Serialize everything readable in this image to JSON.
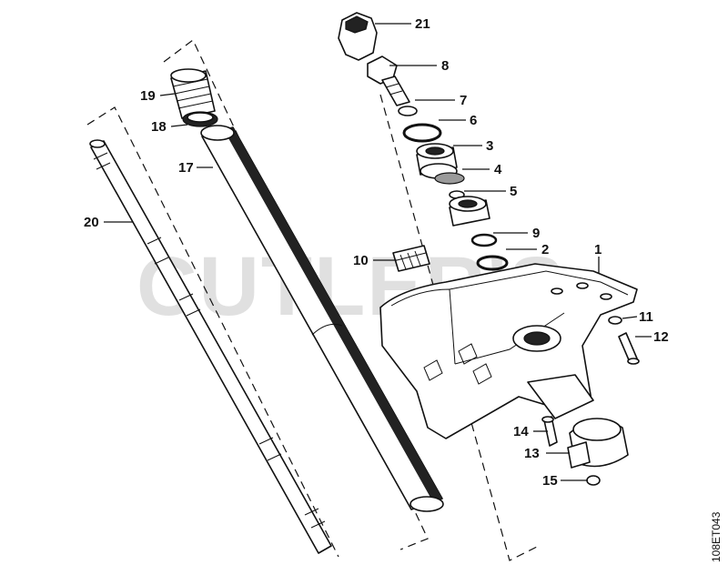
{
  "watermark": "CUTLER'S",
  "drawing_code": "108ET043",
  "callouts": [
    "1",
    "2",
    "3",
    "4",
    "5",
    "6",
    "7",
    "8",
    "9",
    "10",
    "11",
    "12",
    "13",
    "14",
    "15",
    "17",
    "18",
    "19",
    "20",
    "21"
  ]
}
